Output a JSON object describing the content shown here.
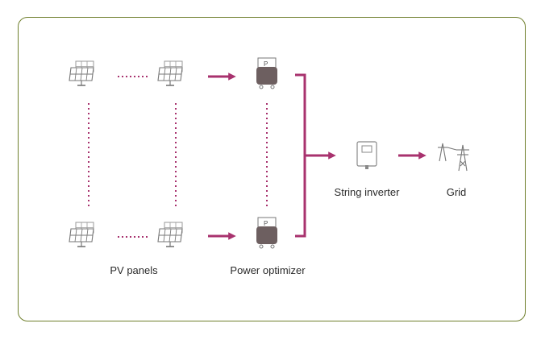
{
  "labels": {
    "pv_panels": "PV panels",
    "power_optimizer": "Power optimizer",
    "string_inverter": "String inverter",
    "grid": "Grid"
  },
  "icon_labels": {
    "optimizer_mark": "P"
  },
  "colors": {
    "frame_border": "#6f7f2c",
    "arrow": "#a8326e",
    "dotted": "#a8326e",
    "icon_line": "#8a8a8a",
    "optimizer_body": "#6d5f60"
  }
}
